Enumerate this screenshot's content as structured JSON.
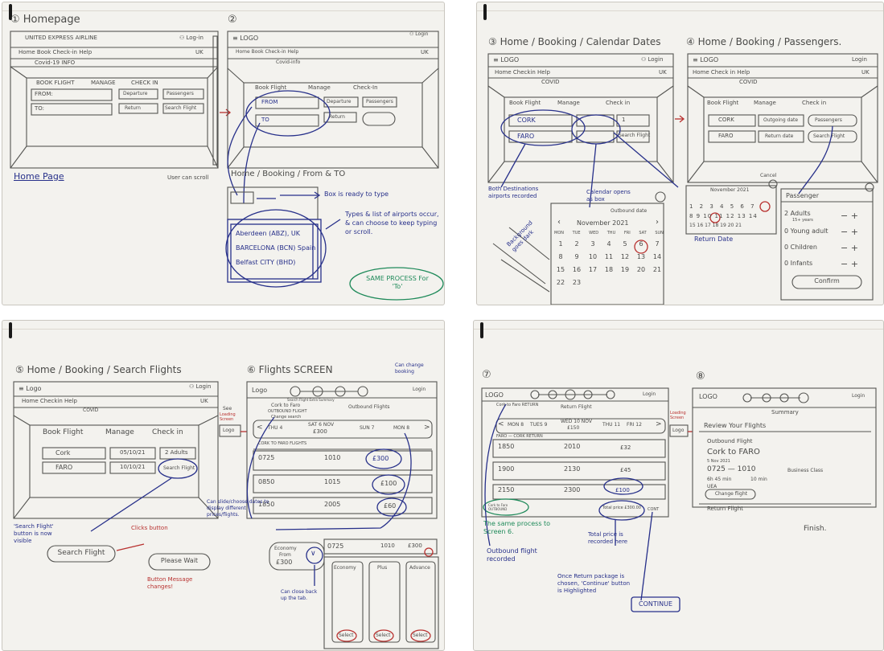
{
  "colors": {
    "pencil": "#4a4a48",
    "ink": "#27308a",
    "green": "#1f8a5a",
    "red": "#b8312f",
    "paper": "#f3f2ee"
  },
  "p1": {
    "s1_title": "① Homepage",
    "s1_airline": "UNITED EXPRESS AIRLINE",
    "s1_login": "⚇ Log-in",
    "s1_nav": "Home  Book  Check-in  Help",
    "s1_ukflag": "UK",
    "s1_covid": "Covid-19 INFO",
    "s1_tab_book": "BOOK FLIGHT",
    "s1_tab_manage": "MANAGE",
    "s1_tab_checkin": "CHECK IN",
    "s1_from": "FROM:",
    "s1_to": "TO:",
    "s1_depart": "Departure",
    "s1_return": "Return",
    "s1_pass": "Passengers",
    "s1_search": "Search Flight",
    "s1_caption": "Home Page",
    "s1_scroll": "User can scroll",
    "s2_title": "②",
    "s2_logo": "≡ LOGO",
    "s2_login": "⚇ Login",
    "s2_nav": "Home  Book  Check-in  Help",
    "s2_uk": "UK",
    "s2_covid": "Covid-info",
    "s2_tab_book": "Book Flight",
    "s2_tab_manage": "Manage",
    "s2_tab_check": "Check-In",
    "s2_from": "FROM",
    "s2_to": "TO",
    "s2_depart": "Departure",
    "s2_pass": "Passengers",
    "s2_return": "Return",
    "s2_breadcrumb": "Home / Booking / From & TO",
    "s2_box_ready": "Box is ready to type",
    "s2_airport1": "Aberdeen (ABZ), UK",
    "s2_airport2": "BARCELONA (BCN) Spain",
    "s2_airport3": "Belfast CITY (BHD)",
    "s2_types": "Types & list of airports occur, & can choose to keep typing or scroll.",
    "s2_same": "SAME PROCESS For 'To'"
  },
  "p2": {
    "s3_title": "③ Home / Booking / Calendar Dates",
    "s3_logo": "≡ LOGO",
    "s3_login": "⚇ Login",
    "s3_nav": "Home  Checkin  Help",
    "s3_uk": "UK",
    "s3_covid": "COVID",
    "s3_tab_book": "Book Flight",
    "s3_tab_manage": "Manage",
    "s3_tab_check": "Check in",
    "s3_cork": "CORK",
    "s3_faro": "FARO",
    "s3_one": "1",
    "s3_search": "Search Flight",
    "s3_both": "Both Destinations airports recorded",
    "s3_cal_opens": "Calendar opens as box",
    "s3_background": "Background goes dark",
    "s3_outbound_date": "Outbound date",
    "s3_month": "November 2021",
    "s3_days": [
      "MON",
      "TUE",
      "WED",
      "THU",
      "FRI",
      "SAT",
      "SUN"
    ],
    "s3_dates": [
      [
        "1",
        "2",
        "3",
        "4",
        "5",
        "6",
        "7"
      ],
      [
        "8",
        "9",
        "10",
        "11",
        "12",
        "13",
        "14"
      ],
      [
        "15",
        "16",
        "17",
        "18",
        "19",
        "20",
        "21"
      ],
      [
        "22",
        "23",
        "",
        "",
        "",
        "",
        ""
      ]
    ],
    "s4_title": "④ Home / Booking / Passengers.",
    "s4_logo": "≡ LOGO",
    "s4_login": "Login",
    "s4_nav": "Home  Check in  Help",
    "s4_uk": "UK",
    "s4_covid": "COVID",
    "s4_tab_book": "Book Flight",
    "s4_tab_manage": "Manage",
    "s4_tab_check": "Check in",
    "s4_cork": "CORK",
    "s4_faro": "FARO",
    "s4_outdate": "Outgoing date",
    "s4_retdate": "Return date",
    "s4_pass": "Passengers",
    "s4_search": "Search Flight",
    "s4_cancel": "Cancel",
    "s4_month": "November 2021",
    "s4_dates1": "1 2 3 4 5 6 7",
    "s4_dates2": "8 9 10 11 12 13 14",
    "s4_dates3": "15 16 17 18 19 20 21",
    "s4_return_date": "Return Date",
    "s4_passenger": "Passenger",
    "s4_adults": "2 Adults",
    "s4_adults_sub": "15+ years",
    "s4_young": "0 Young adult",
    "s4_child": "0 Children",
    "s4_infant": "0 Infants",
    "s4_confirm": "Confirm"
  },
  "p3": {
    "s5_title": "⑤ Home / Booking / Search Flights",
    "s5_logo": "≡ Logo",
    "s5_login": "⚇ Login",
    "s5_nav": "Home  Checkin  Help",
    "s5_uk": "UK",
    "s5_covid": "COVID",
    "s5_tab_book": "Book Flight",
    "s5_tab_manage": "Manage",
    "s5_tab_check": "Check in",
    "s5_cork": "Cork",
    "s5_faro": "FARO",
    "s5_date1": "05/10/21",
    "s5_date2": "10/10/21",
    "s5_adults": "2 Adults",
    "s5_search": "Search Flight",
    "s5_visible": "'Search Flight' button is now visible",
    "s5_search_big": "Search Flight",
    "s5_clicks": "Clicks button",
    "s5_please": "Please Wait",
    "s5_msg_change": "Button Message changes!",
    "s5_loading": "Loading Screen",
    "s5_logo_box": "Logo",
    "s5_see": "See",
    "s6_title": "⑥ Flights SCREEN",
    "s6_logo": "Logo",
    "s6_login": "Login",
    "s6_can_change": "Can change booking",
    "s6_progress": "Search  Flight  Extra  Summary",
    "s6_cork_faro": "Cork to Faro",
    "s6_outbound": "OUTBOUND FLIGHT",
    "s6_change_search": "Change search",
    "s6_outbound_flights": "Outbound Flights",
    "s6_thu": "THU 4",
    "s6_sat": "SAT 6 NOV",
    "s6_sat_price": "£300",
    "s6_sun": "SUN 7",
    "s6_mon": "MON 8",
    "s6_route": "CORK TO FARO FLIGHTS",
    "s6_t1a": "0725",
    "s6_t1b": "1010",
    "s6_p1": "£300",
    "s6_t2a": "0850",
    "s6_t2b": "1015",
    "s6_p2": "£100",
    "s6_t3a": "1850",
    "s6_t3b": "2005",
    "s6_p3": "£60",
    "s6_slide": "Can slide/choose dates to display different prices/flights.",
    "s6_economy": "Economy",
    "s6_from": "From",
    "s6_from_price": "£300",
    "s6_t4a": "0725",
    "s6_t4b": "1010",
    "s6_p4": "£300",
    "s6_col_economy": "Economy",
    "s6_col_plus": "Plus",
    "s6_col_advance": "Advance",
    "s6_select": "Select",
    "s6_close": "Can close back up the tab."
  },
  "p4": {
    "s7_title": "⑦",
    "s7_logo": "LOGO",
    "s7_login": "Login",
    "s7_cork_return": "Cork to Faro RETURN",
    "s7_return_flight": "Return Flight",
    "s7_mon": "MON 8",
    "s7_tue": "TUES 9",
    "s7_wed": "WED 10 NOV",
    "s7_wed_price": "£150",
    "s7_thu": "THU 11",
    "s7_fri": "FRI 12",
    "s7_route": "FARO — CORK RETURN",
    "s7_r1a": "1850",
    "s7_r1b": "2010",
    "s7_r1p": "£32",
    "s7_r2a": "1900",
    "s7_r2b": "2130",
    "s7_r2p": "£45",
    "s7_r3a": "2150",
    "s7_r3b": "2300",
    "s7_r3p": "£100",
    "s7_total": "Total price £300.00",
    "s7_cont_small": "CONT",
    "s7_cork_faro_ob": "Cork to Faro OUTBOUND",
    "s7_same": "The same process to Screen 6.",
    "s7_out_recorded": "Outbound flight recorded",
    "s7_total_rec": "Total price is recorded here",
    "s7_once": "Once Return package is chosen, 'Continue' button is Highlighted",
    "s7_continue": "CONTINUE",
    "s7_loading": "Loading Screen",
    "s7_logo_box": "Logo",
    "s8_title": "⑧",
    "s8_logo": "LOGO",
    "s8_login": "Login",
    "s8_summary": "Summary",
    "s8_review": "Review Your Flights",
    "s8_outbound": "Outbound Flight",
    "s8_cork_faro": "Cork to FARO",
    "s8_date": "5 Nov 2021",
    "s8_times": "0725 — 1010",
    "s8_class": "Business Class",
    "s8_dur": "6h 45 min",
    "s8_dur2": "10 min",
    "s8_uea": "UEA",
    "s8_change": "Change flight",
    "s8_return": "Return Flight",
    "s8_finish": "Finish."
  }
}
